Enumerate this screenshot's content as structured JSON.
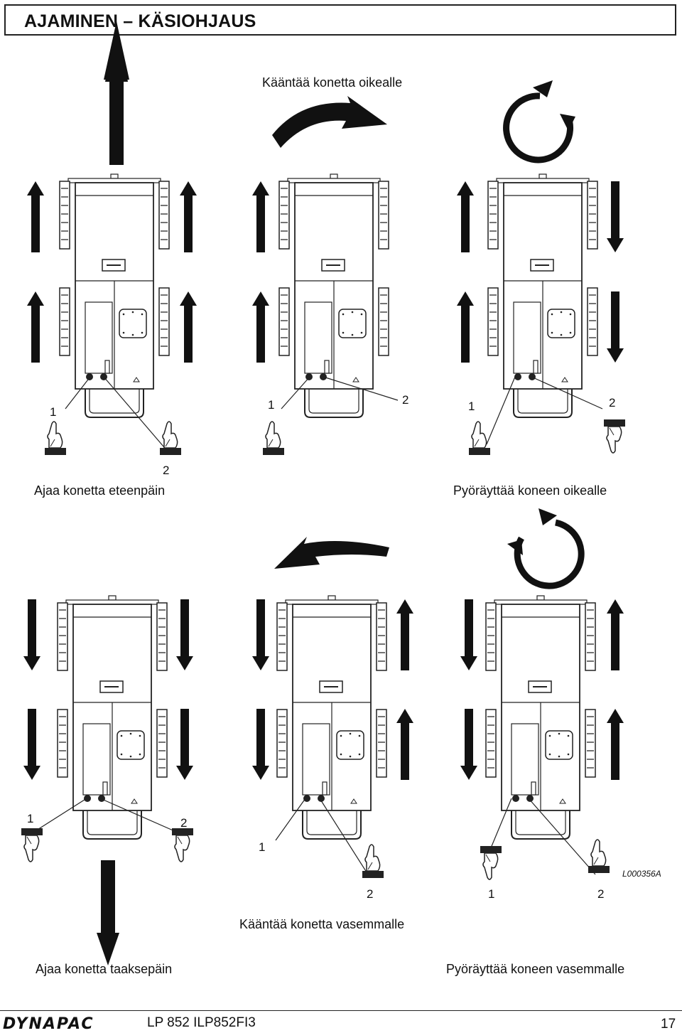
{
  "header": {
    "title": "AJAMINEN – KÄSIOHJAUS"
  },
  "captions": {
    "turn_right": "Kääntää konetta oikealle",
    "forward": "Ajaa konetta eteenpäin",
    "spin_right": "Pyöräyttää koneen oikealle",
    "turn_left": "Kääntää konetta vasemmalle",
    "reverse": "Ajaa konetta taaksepäin",
    "spin_left": "Pyöräyttää koneen vasemmalle"
  },
  "labels": {
    "one": "1",
    "two": "2"
  },
  "figure_ref": "L000356A",
  "footer": {
    "brand": "DYNAPAC",
    "model": "LP 852  ILP852FI3",
    "page": "17"
  }
}
